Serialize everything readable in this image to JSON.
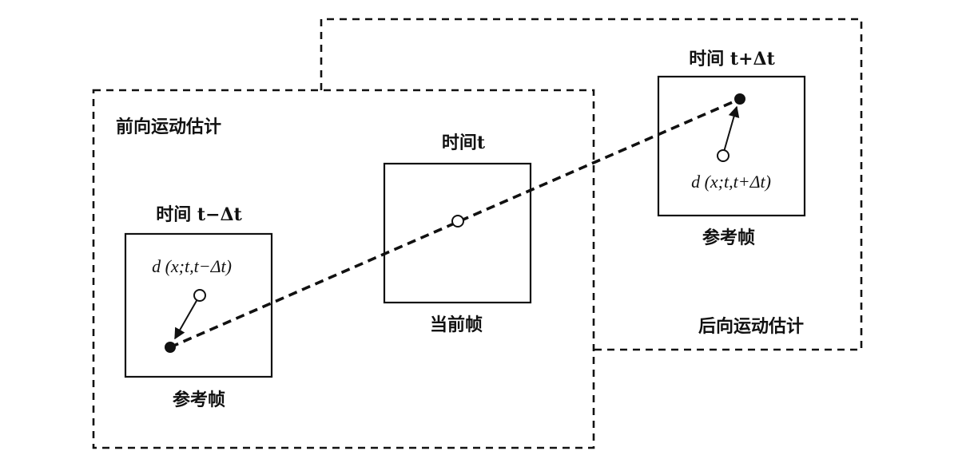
{
  "regions": {
    "forward_label": "前向运动估计",
    "backward_label": "后向运动估计"
  },
  "frames": {
    "past": {
      "time_label": "时间 t−Δt",
      "vector_label": "d (x;t,t−Δt)",
      "caption": "参考帧"
    },
    "current": {
      "time_label": "时间t",
      "caption": "当前帧"
    },
    "future": {
      "time_label": "时间 t+Δt",
      "vector_label": "d (x;t,t+Δt)",
      "caption": "参考帧"
    }
  }
}
